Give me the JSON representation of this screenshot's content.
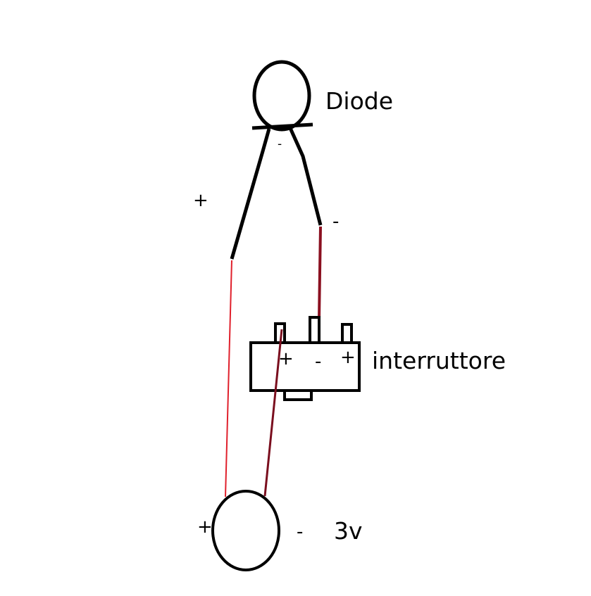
{
  "labels": {
    "diode": "Diode",
    "switch": "interruttore",
    "battery": "3v"
  },
  "signs": {
    "plus_left_wire": "+",
    "minus_diode_small": "-",
    "minus_right_wire": "-",
    "switch_plus_left": "+",
    "switch_minus": "-",
    "switch_plus_right": "+",
    "battery_plus": "+",
    "battery_minus": "-"
  },
  "colors": {
    "outline": "#000000",
    "wire_positive": "#e0202c",
    "wire_negative": "#8b1020",
    "wire_to_switch": "#7a0e1e"
  }
}
